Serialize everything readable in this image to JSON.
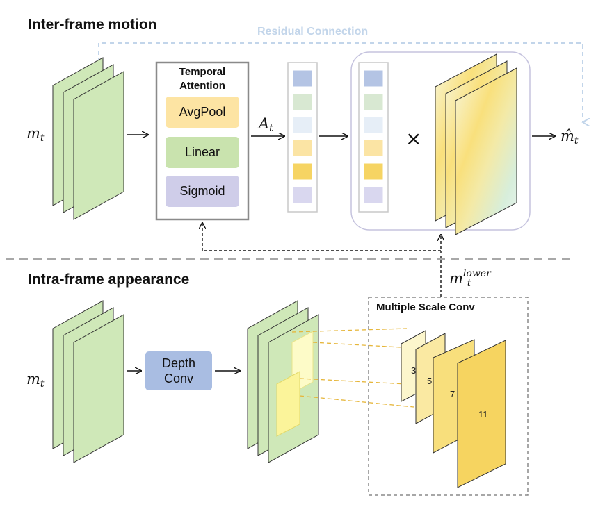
{
  "sections": {
    "inter_title": "Inter-frame motion",
    "intra_title": "Intra-frame appearance"
  },
  "labels": {
    "residual": "Residual Connection",
    "temporal_attention_line1": "Temporal",
    "temporal_attention_line2": "Attention",
    "avgpool": "AvgPool",
    "linear": "Linear",
    "sigmoid": "Sigmoid",
    "depth_conv_line1": "Depth",
    "depth_conv_line2": "Conv",
    "multiple_scale_conv": "Multiple Scale Conv",
    "times": "×"
  },
  "math": {
    "m_base": "m",
    "m_sub": "t",
    "A_base": "A",
    "A_sub": "t",
    "mhat_base": "m̂",
    "mhat_sub": "t",
    "mlower_base": "m",
    "mlower_sub": "t",
    "mlower_sup": "lower"
  },
  "kernels": [
    "3",
    "5",
    "7",
    "11"
  ],
  "colors": {
    "frame_green": "#cfe8b8",
    "avgpool": "#fde4a3",
    "linear": "#c9e3ae",
    "sigmoid": "#cfcde9",
    "depth_conv": "#a9bde2",
    "residual": "#c2d5ea",
    "vector": [
      "#b4c4e4",
      "#d8e8d2",
      "#e6eef7",
      "#fbe4a4",
      "#f6d463",
      "#d9d7ef"
    ]
  }
}
